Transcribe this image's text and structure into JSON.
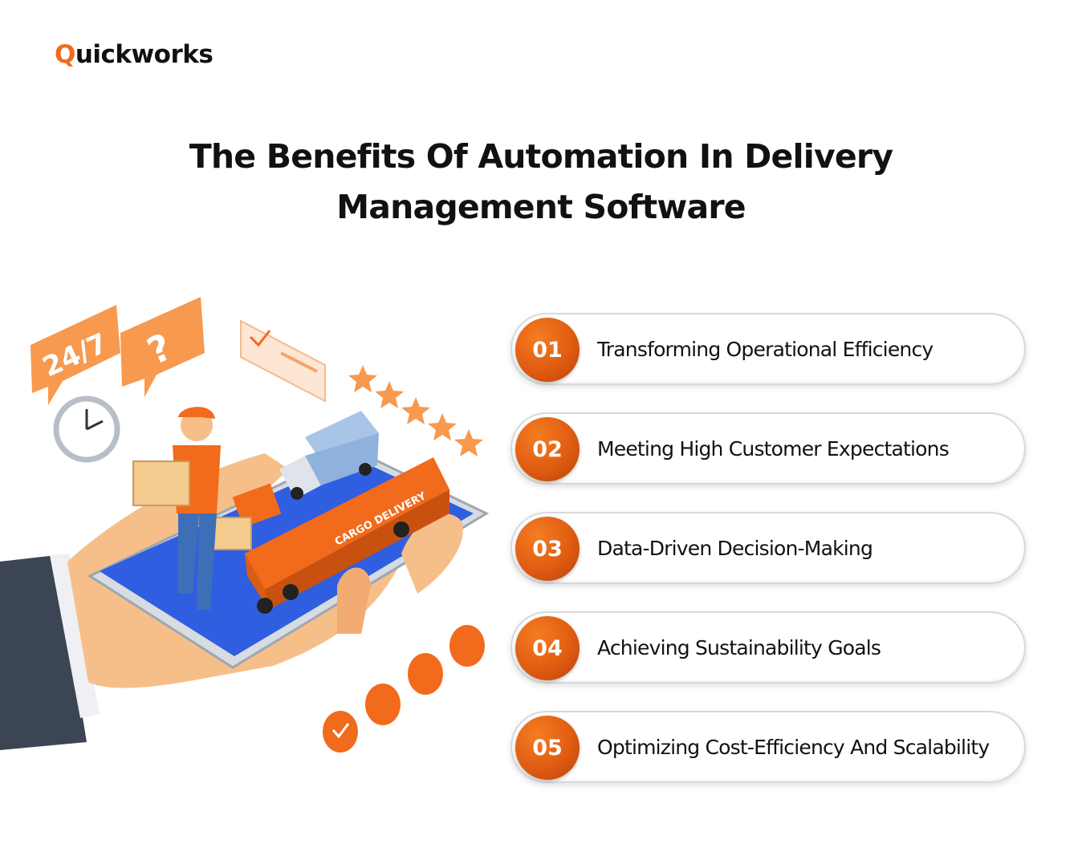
{
  "brand": {
    "q": "Q",
    "rest": "uickworks",
    "accent": "#f26a1b"
  },
  "title": {
    "line1": "The Benefits Of Automation In Delivery",
    "line2": "Management Software"
  },
  "illustration": {
    "bubble_24_7": "24/7",
    "bubble_question": "?",
    "truck_text": "CARGO DELIVERY",
    "icons": [
      "clock-icon",
      "checklist-card-icon",
      "rating-stars-icon",
      "phone-icon",
      "chat-icon",
      "tools-icon",
      "check-icon"
    ]
  },
  "benefits": [
    {
      "num": "01",
      "text": "Transforming Operational Efficiency"
    },
    {
      "num": "02",
      "text": "Meeting High Customer Expectations"
    },
    {
      "num": "03",
      "text": "Data-Driven Decision-Making"
    },
    {
      "num": "04",
      "text": "Achieving Sustainability Goals"
    },
    {
      "num": "05",
      "text": "Optimizing Cost-Efficiency And Scalability"
    }
  ],
  "colors": {
    "orange": "#f26a1b",
    "dark": "#111111",
    "phone_screen": "#2f5ee0"
  }
}
